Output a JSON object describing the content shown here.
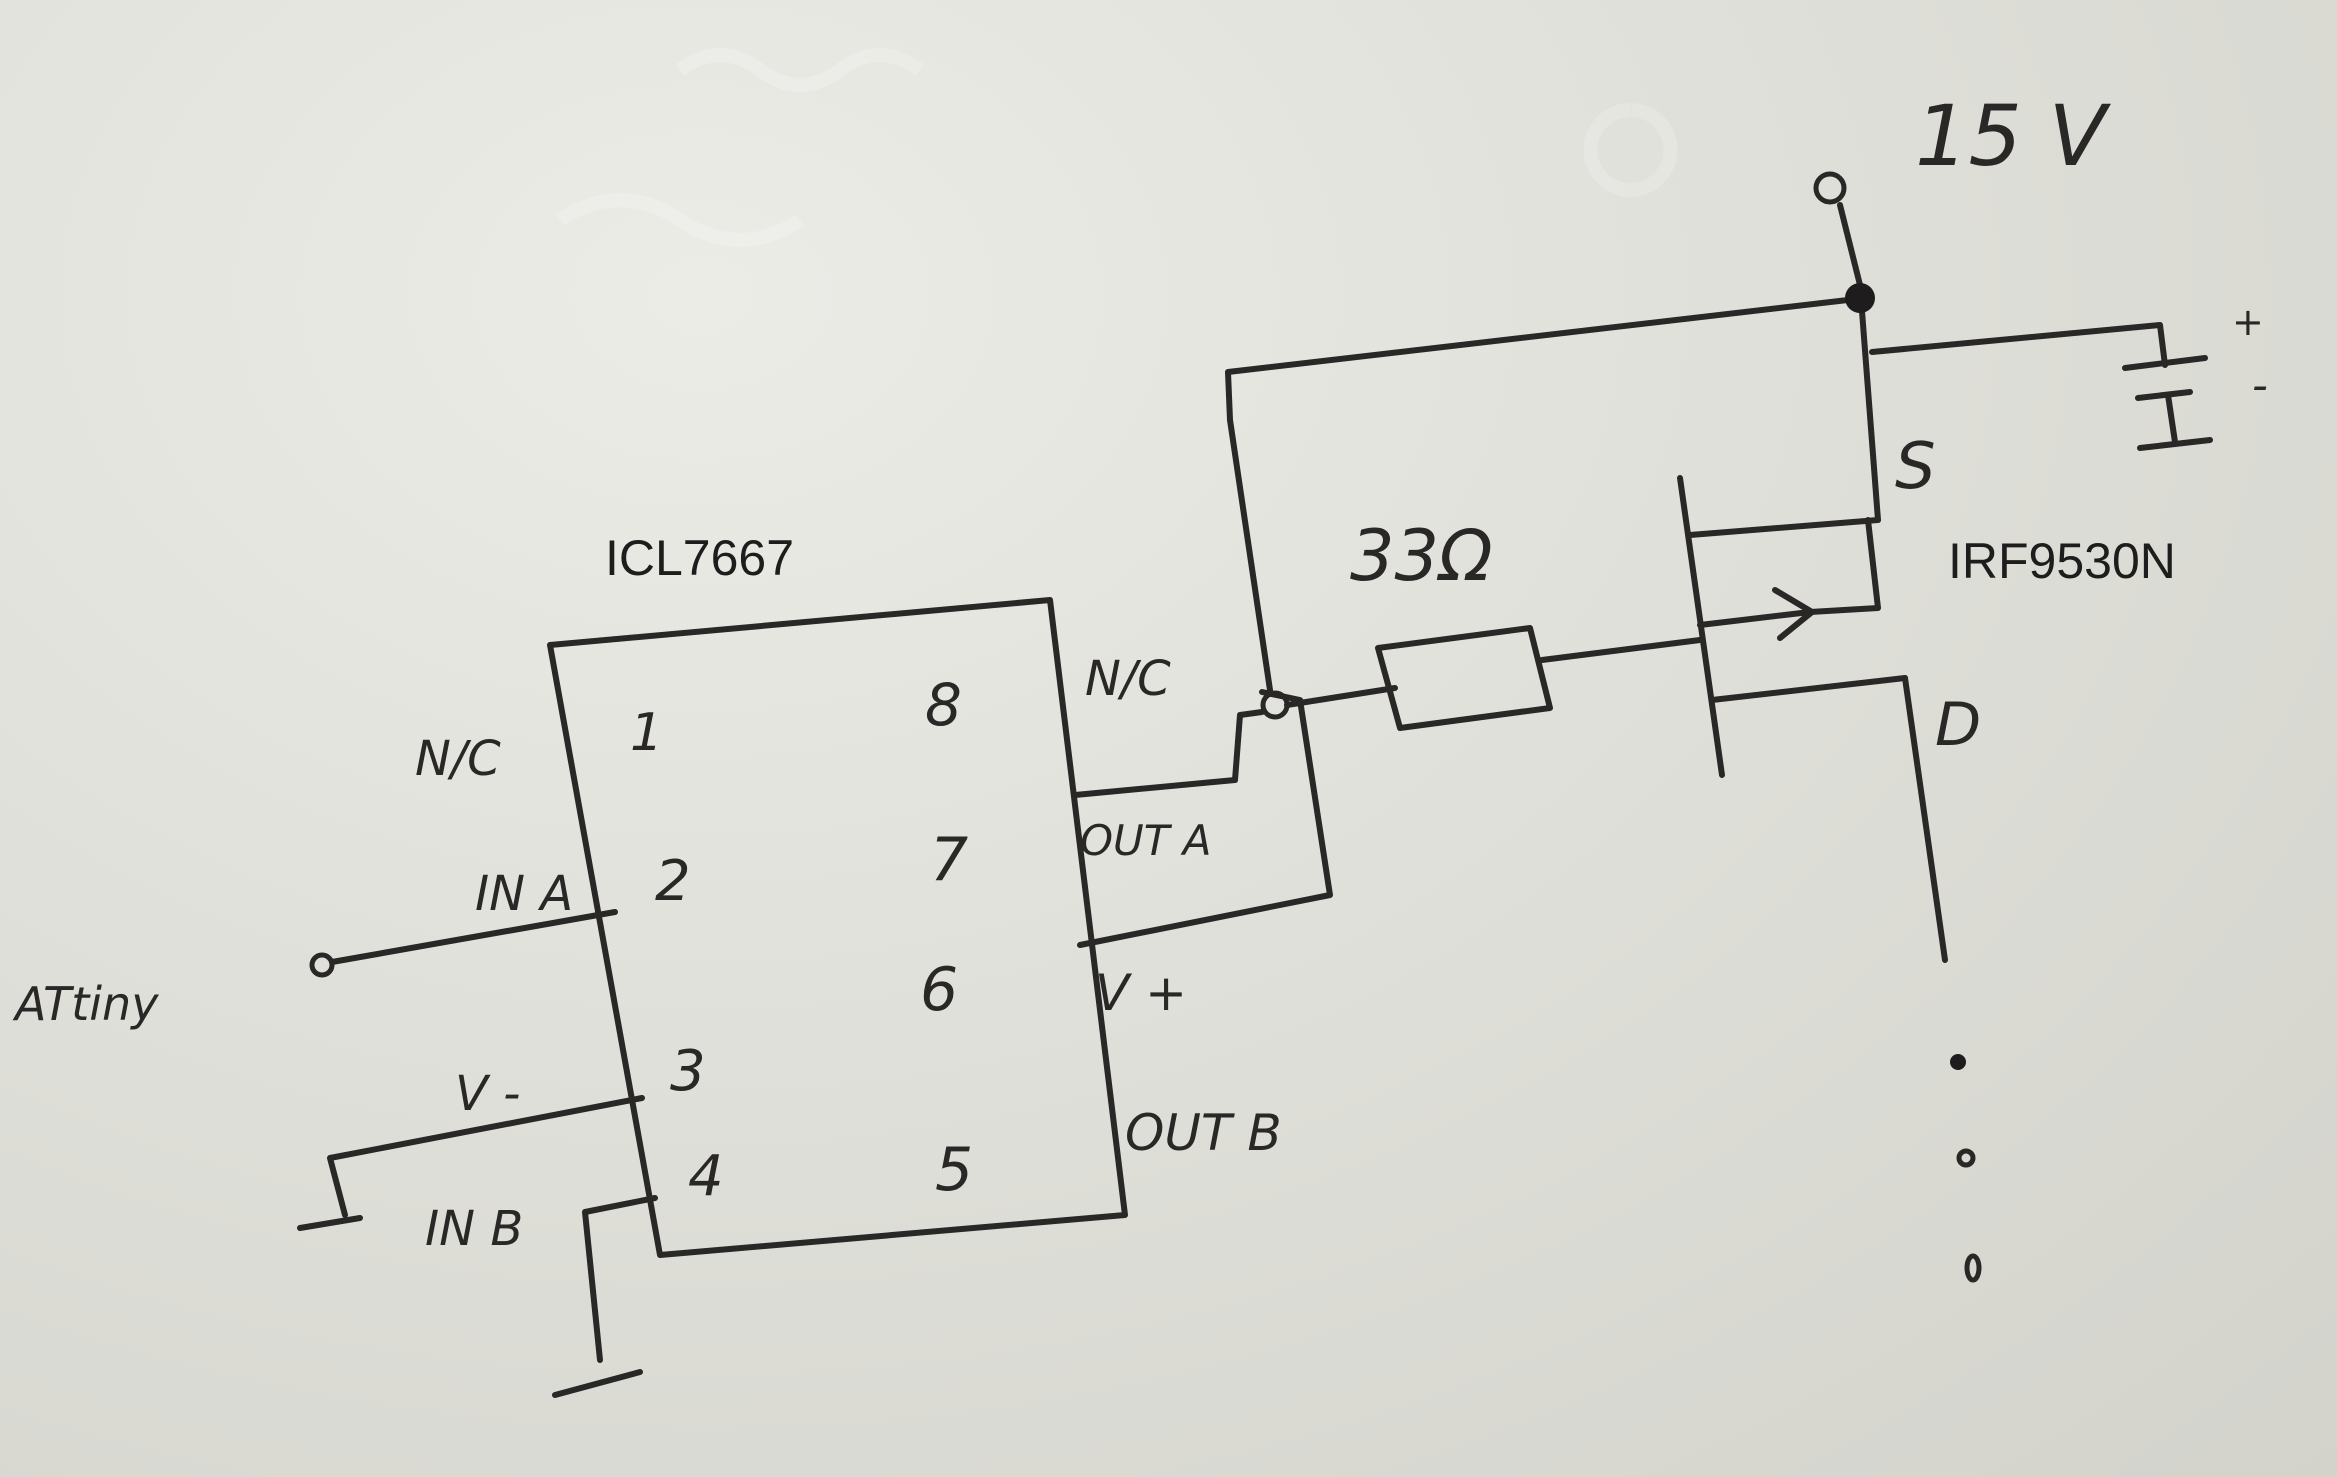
{
  "labels": {
    "chip_name": "ICL7667",
    "mosfet_name": "IRF9530N",
    "supply_voltage": "15 V",
    "resistor_value": "33Ω",
    "input_source": "ATtiny",
    "battery_plus": "+",
    "battery_minus": "-",
    "source_pin": "S",
    "drain_pin": "D"
  },
  "left_pins": [
    {
      "number": "1",
      "name": "N/C"
    },
    {
      "number": "2",
      "name": "IN A"
    },
    {
      "number": "3",
      "name": "V -"
    },
    {
      "number": "4",
      "name": "IN B"
    }
  ],
  "right_pins": [
    {
      "number": "8",
      "name": "N/C"
    },
    {
      "number": "7",
      "name": "OUT A"
    },
    {
      "number": "6",
      "name": "V +"
    },
    {
      "number": "5",
      "name": "OUT B"
    }
  ]
}
